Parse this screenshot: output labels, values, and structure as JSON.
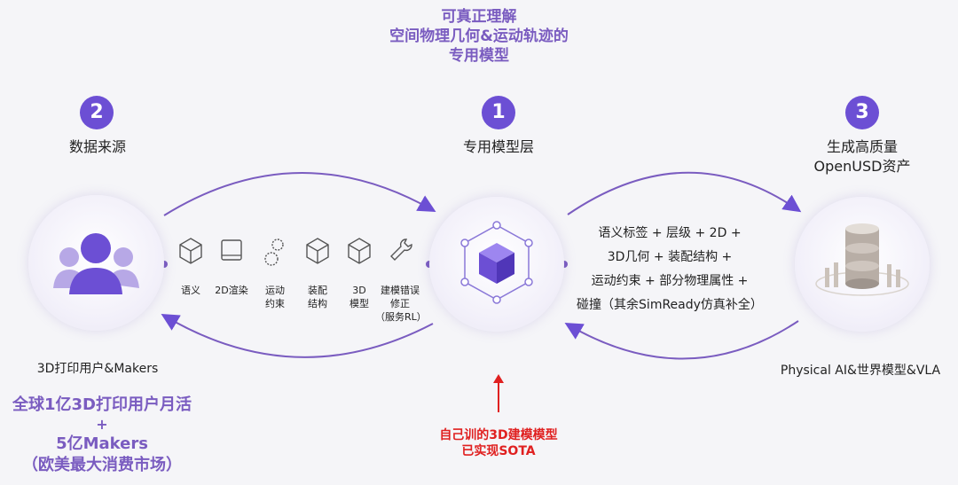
{
  "headline": [
    "可真正理解",
    "空间物理几何&运动轨迹的",
    "专用模型"
  ],
  "nodes": {
    "left": {
      "number": "2",
      "title": "数据来源",
      "caption": "3D打印用户&Makers",
      "stats": [
        "全球1亿3D打印用户月活",
        "+",
        "5亿Makers",
        "（欧美最大消费市场）"
      ]
    },
    "center": {
      "number": "1",
      "title": "专用模型层",
      "note": [
        "自己训的3D建模模型",
        "已实现SOTA"
      ]
    },
    "right": {
      "number": "3",
      "title_lines": [
        "生成高质量",
        "OpenUSD资产"
      ],
      "caption": "Physical AI&世界模型&VLA"
    }
  },
  "left_features": [
    {
      "label": "语义",
      "icon": "cube-icon"
    },
    {
      "label": "2D渲染",
      "icon": "square-box-icon"
    },
    {
      "label": "运动\n约束",
      "icon": "gears-icon"
    },
    {
      "label": "装配\n结构",
      "icon": "cube-icon"
    },
    {
      "label": "3D\n模型",
      "icon": "cube-icon"
    },
    {
      "label": "建模错误\n修正\n（服务RL）",
      "icon": "wrench-icon"
    }
  ],
  "right_features": [
    "语义标签 + 层级 + 2D +",
    "3D几何 + 装配结构 +",
    "运动约束 + 部分物理属性 +",
    "碰撞（其余SimReady仿真补全）"
  ],
  "colors": {
    "accent": "#6c4fd4",
    "headline": "#7a5cc0",
    "red": "#e02020"
  }
}
